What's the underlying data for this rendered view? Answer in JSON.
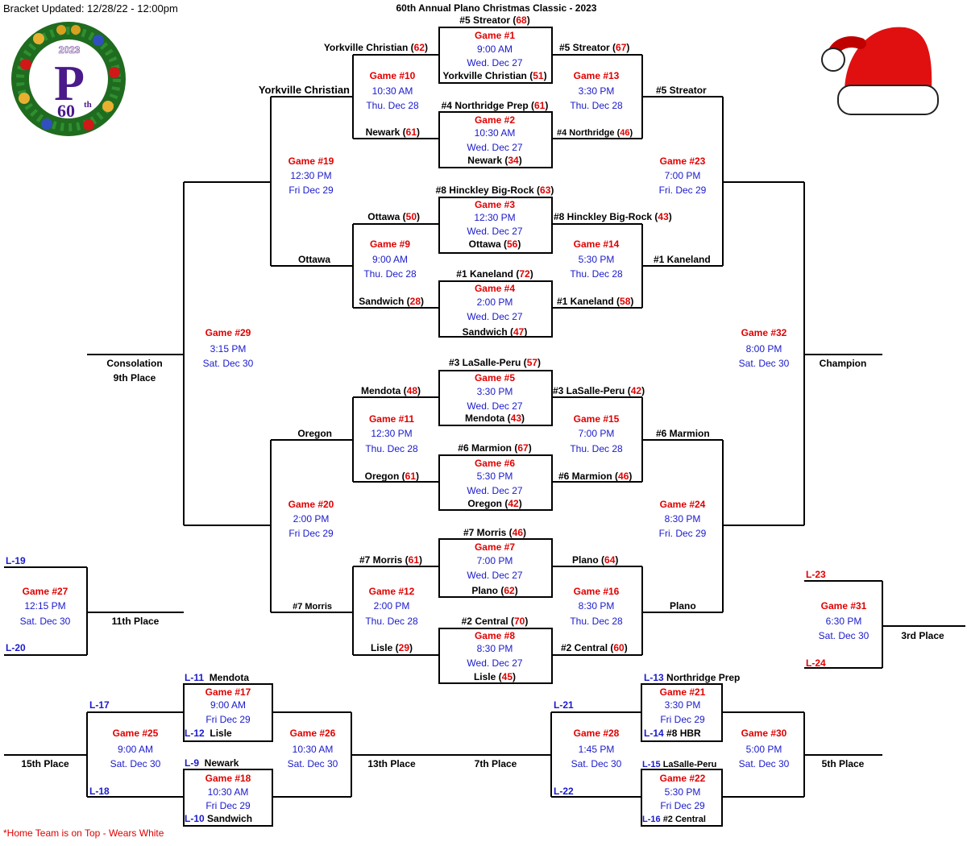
{
  "header": {
    "updated": "Bracket Updated: 12/28/22 - 12:00pm",
    "title": "60th Annual Plano Christmas Classic - 2023"
  },
  "logo": {
    "year": "2023",
    "letter": "P",
    "anniv": "60",
    "suffix": "th",
    "icon": "christmas-wreath-logo"
  },
  "hat": {
    "icon": "santa-hat-icon",
    "colors": {
      "red": "#e01010",
      "white": "#ffffff"
    }
  },
  "colors": {
    "game_label": "#e00000",
    "schedule": "#1a1acc",
    "lines": "#000000"
  },
  "games": {
    "g1": {
      "label": "Game #1",
      "time": "9:00 AM",
      "date": "Wed. Dec 27"
    },
    "g2": {
      "label": "Game #2",
      "time": "10:30 AM",
      "date": "Wed. Dec 27"
    },
    "g3": {
      "label": "Game #3",
      "time": "12:30 PM",
      "date": "Wed. Dec 27"
    },
    "g4": {
      "label": "Game #4",
      "time": "2:00 PM",
      "date": "Wed. Dec 27"
    },
    "g5": {
      "label": "Game #5",
      "time": "3:30 PM",
      "date": "Wed. Dec 27"
    },
    "g6": {
      "label": "Game #6",
      "time": "5:30 PM",
      "date": "Wed. Dec 27"
    },
    "g7": {
      "label": "Game #7",
      "time": "7:00 PM",
      "date": "Wed. Dec 27"
    },
    "g8": {
      "label": "Game #8",
      "time": "8:30 PM",
      "date": "Wed. Dec 27"
    },
    "g9": {
      "label": "Game #9",
      "time": "9:00 AM",
      "date": "Thu. Dec 28"
    },
    "g10": {
      "label": "Game #10",
      "time": "10:30 AM",
      "date": "Thu. Dec 28"
    },
    "g11": {
      "label": "Game #11",
      "time": "12:30 PM",
      "date": "Thu. Dec 28"
    },
    "g12": {
      "label": "Game #12",
      "time": "2:00 PM",
      "date": "Thu. Dec 28"
    },
    "g13": {
      "label": "Game #13",
      "time": "3:30 PM",
      "date": "Thu. Dec 28"
    },
    "g14": {
      "label": "Game #14",
      "time": "5:30 PM",
      "date": "Thu. Dec 28"
    },
    "g15": {
      "label": "Game #15",
      "time": "7:00 PM",
      "date": "Thu. Dec 28"
    },
    "g16": {
      "label": "Game #16",
      "time": "8:30 PM",
      "date": "Thu. Dec 28"
    },
    "g17": {
      "label": "Game #17",
      "time": "9:00 AM",
      "date": "Fri Dec 29"
    },
    "g18": {
      "label": "Game #18",
      "time": "10:30 AM",
      "date": "Fri Dec 29"
    },
    "g19": {
      "label": "Game #19",
      "time": "12:30 PM",
      "date": "Fri Dec 29"
    },
    "g20": {
      "label": "Game #20",
      "time": "2:00 PM",
      "date": "Fri Dec 29"
    },
    "g21": {
      "label": "Game #21",
      "time": "3:30 PM",
      "date": "Fri Dec 29"
    },
    "g22": {
      "label": "Game #22",
      "time": "5:30 PM",
      "date": "Fri Dec 29"
    },
    "g23": {
      "label": "Game #23",
      "time": "7:00 PM",
      "date": "Fri. Dec 29"
    },
    "g24": {
      "label": "Game #24",
      "time": "8:30 PM",
      "date": "Fri. Dec 29"
    },
    "g25": {
      "label": "Game #25",
      "time": "9:00 AM",
      "date": "Sat. Dec 30"
    },
    "g26": {
      "label": "Game #26",
      "time": "10:30 AM",
      "date": "Sat. Dec 30"
    },
    "g27": {
      "label": "Game #27",
      "time": "12:15 PM",
      "date": "Sat. Dec 30"
    },
    "g28": {
      "label": "Game #28",
      "time": "1:45 PM",
      "date": "Sat. Dec 30"
    },
    "g29": {
      "label": "Game #29",
      "time": "3:15 PM",
      "date": "Sat. Dec 30"
    },
    "g30": {
      "label": "Game #30",
      "time": "5:00 PM",
      "date": "Sat. Dec 30"
    },
    "g31": {
      "label": "Game #31",
      "time": "6:30 PM",
      "date": "Sat. Dec 30"
    },
    "g32": {
      "label": "Game #32",
      "time": "8:00 PM",
      "date": "Sat. Dec 30"
    }
  },
  "teams": {
    "g1_top": {
      "name": "#5 Streator",
      "score": "68"
    },
    "g1_bot": {
      "name": "Yorkville Christian",
      "score": "51"
    },
    "g2_top": {
      "name": "#4 Northridge Prep",
      "score": "61"
    },
    "g2_bot": {
      "name": "Newark",
      "score": "34"
    },
    "g3_top": {
      "name": "#8 Hinckley Big-Rock",
      "score": "63"
    },
    "g3_bot": {
      "name": "Ottawa",
      "score": "56"
    },
    "g4_top": {
      "name": "#1 Kaneland",
      "score": "72"
    },
    "g4_bot": {
      "name": "Sandwich",
      "score": "47"
    },
    "g5_top": {
      "name": "#3 LaSalle-Peru",
      "score": "57"
    },
    "g5_bot": {
      "name": "Mendota",
      "score": "43"
    },
    "g6_top": {
      "name": "#6 Marmion",
      "score": "67"
    },
    "g6_bot": {
      "name": "Oregon",
      "score": "42"
    },
    "g7_top": {
      "name": "#7 Morris",
      "score": "46"
    },
    "g7_bot": {
      "name": "Plano",
      "score": "62"
    },
    "g8_top": {
      "name": "#2 Central",
      "score": "70"
    },
    "g8_bot": {
      "name": "Lisle",
      "score": "45"
    },
    "g10_top": {
      "name": "Yorkville Christian",
      "score": "62"
    },
    "g10_bot": {
      "name": "Newark",
      "score": "61"
    },
    "g9_top": {
      "name": "Ottawa",
      "score": "50"
    },
    "g9_bot": {
      "name": "Sandwich",
      "score": "28"
    },
    "g11_top": {
      "name": "Mendota",
      "score": "48"
    },
    "g11_bot": {
      "name": "Oregon",
      "score": "61"
    },
    "g12_top": {
      "name": "#7 Morris",
      "score": "61"
    },
    "g12_bot": {
      "name": "Lisle",
      "score": "29"
    },
    "g13_top": {
      "name": "#5 Streator",
      "score": "67"
    },
    "g13_bot": {
      "name": "#4 Northridge",
      "score": "46"
    },
    "g14_top": {
      "name": "#8 Hinckley Big-Rock",
      "score": "43"
    },
    "g14_bot": {
      "name": "#1 Kaneland",
      "score": "58"
    },
    "g15_top": {
      "name": "#3 LaSalle-Peru",
      "score": "42"
    },
    "g15_bot": {
      "name": "#6 Marmion",
      "score": "46"
    },
    "g16_top": {
      "name": "Plano",
      "score": "64"
    },
    "g16_bot": {
      "name": "#2 Central",
      "score": "60"
    }
  },
  "advance": {
    "g19_top": "Yorkville Christian",
    "g19_bot": "Ottawa",
    "g20_top": "Oregon",
    "g20_bot": "#7 Morris",
    "g23_top": "#5 Streator",
    "g23_bot": "#1 Kaneland",
    "g24_top": "#6 Marmion",
    "g24_bot": "Plano"
  },
  "consolation": {
    "g17_top_ref": "L-11",
    "g17_top_name": "Mendota",
    "g17_bot_ref": "L-12",
    "g17_bot_name": "Lisle",
    "g18_top_ref": "L-9",
    "g18_top_name": "Newark",
    "g18_bot_ref": "L-10",
    "g18_bot_name": "Sandwich",
    "g21_top_ref": "L-13",
    "g21_top_name": "Northridge Prep",
    "g21_bot_ref": "L-14",
    "g21_bot_name": "#8 HBR",
    "g22_top_ref": "L-15",
    "g22_top_name": "LaSalle-Peru",
    "g22_bot_ref": "L-16",
    "g22_bot_name": "#2 Central",
    "g25_top_ref": "L-17",
    "g25_bot_ref": "L-18",
    "g28_top_ref": "L-21",
    "g28_bot_ref": "L-22",
    "g27_top_ref": "L-19",
    "g27_bot_ref": "L-20",
    "g31_top_ref": "L-23",
    "g31_bot_ref": "L-24"
  },
  "places": {
    "consolation": "Consolation",
    "ninth": "9th Place",
    "champion": "Champion",
    "eleventh": "11th Place",
    "third": "3rd Place",
    "fifteenth": "15th Place",
    "thirteenth": "13th Place",
    "seventh": "7th Place",
    "fifth": "5th Place"
  },
  "footer": {
    "note": "*Home Team is on Top - Wears White"
  }
}
